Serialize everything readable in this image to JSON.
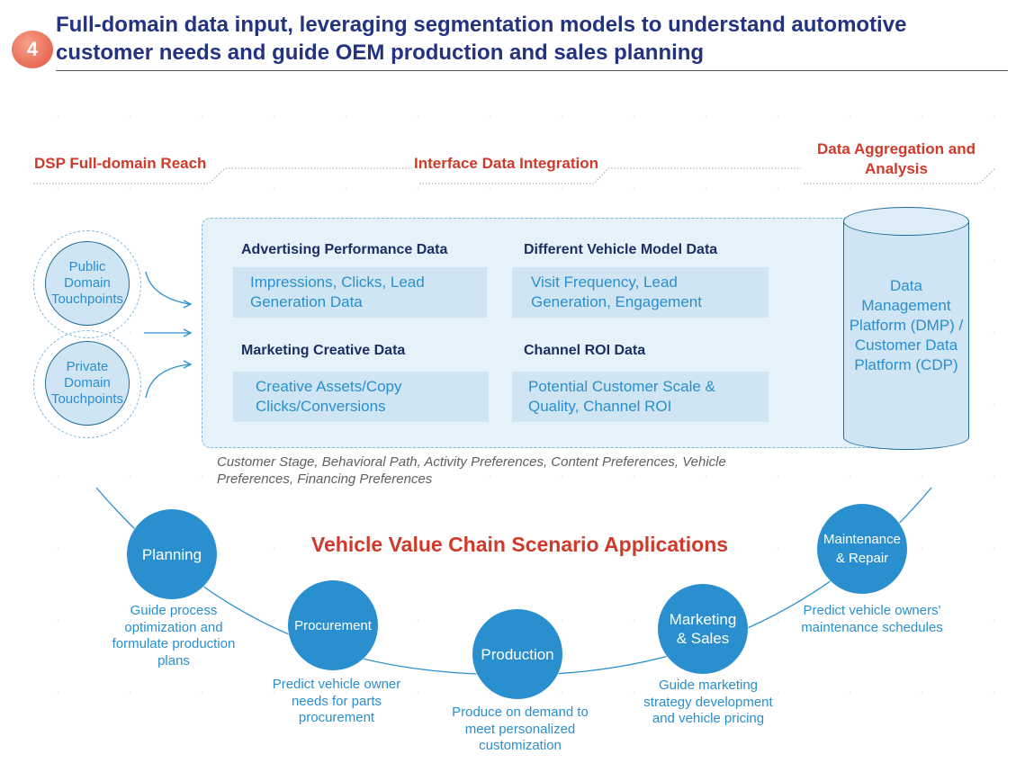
{
  "header": {
    "badge_number": "4",
    "title": "Full-domain data input, leveraging segmentation models to understand automotive customer needs and guide OEM production and sales planning"
  },
  "sections": {
    "dsp": "DSP Full-domain Reach",
    "interface": "Interface Data Integration",
    "aggregation": "Data Aggregation and Analysis"
  },
  "touchpoints": {
    "public": "Public Domain Touchpoints",
    "private": "Private Domain Touchpoints"
  },
  "data_categories": [
    {
      "title": "Advertising Performance Data",
      "content": "Impressions, Clicks, Lead Generation Data"
    },
    {
      "title": "Different Vehicle Model Data",
      "content": "Visit Frequency, Lead Generation, Engagement"
    },
    {
      "title": "Marketing Creative Data",
      "content": "Creative Assets/Copy Clicks/Conversions"
    },
    {
      "title": "Channel ROI Data",
      "content": "Potential Customer Scale & Quality, Channel ROI"
    }
  ],
  "platform": {
    "label": "Data Management Platform (DMP) / Customer Data Platform (CDP)"
  },
  "preferences_note": "Customer Stage, Behavioral Path, Activity Preferences, Content Preferences, Vehicle Preferences, Financing Preferences",
  "value_chain": {
    "title": "Vehicle Value Chain Scenario Applications",
    "stages": [
      {
        "name": "Planning",
        "description": "Guide process optimization and formulate production plans"
      },
      {
        "name": "Procurement",
        "description": "Predict vehicle owner needs for parts procurement"
      },
      {
        "name": "Production",
        "description": "Produce on demand to meet personalized customization"
      },
      {
        "name": "Marketing & Sales",
        "description": "Guide marketing strategy development and vehicle pricing"
      },
      {
        "name": "Maintenance & Repair",
        "description": "Predict vehicle owners' maintenance schedules"
      }
    ]
  },
  "colors": {
    "title_navy": "#23337f",
    "accent_red": "#cf3a2b",
    "primary_blue": "#2a8fce",
    "panel_fill": "#e6f2fa",
    "box_fill": "#cfe5f3"
  }
}
